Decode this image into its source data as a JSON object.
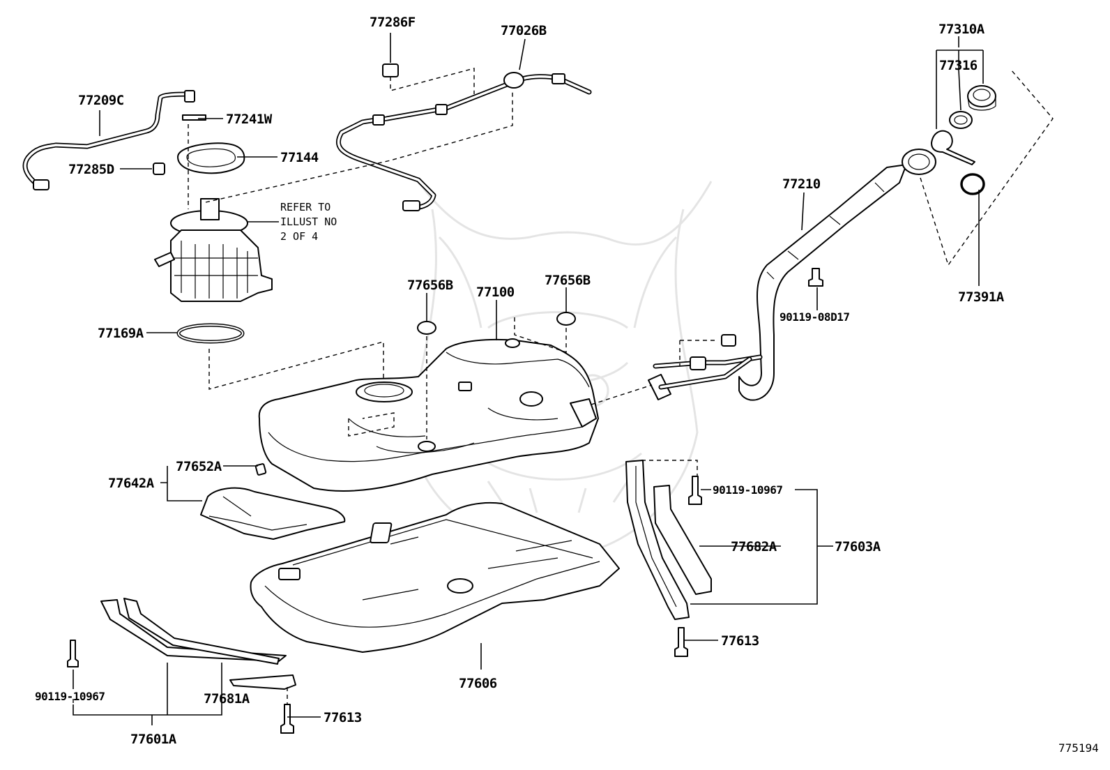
{
  "diagram_id": "775194",
  "note": [
    "REFER TO",
    "ILLUST NO",
    "2 OF 4"
  ],
  "labels": {
    "p77286F": "77286F",
    "p77026B": "77026B",
    "p77310A": "77310A",
    "p77316": "77316",
    "p77209C": "77209C",
    "p77241W": "77241W",
    "p77144": "77144",
    "p77285D": "77285D",
    "p77210": "77210",
    "p77391A": "77391A",
    "p90119_08D17": "90119-08D17",
    "p77656B_left": "77656B",
    "p77100": "77100",
    "p77656B_right": "77656B",
    "p77169A": "77169A",
    "p77652A": "77652A",
    "p77642A": "77642A",
    "p90119_10967_right": "90119-10967",
    "p77682A": "77682A",
    "p77603A": "77603A",
    "p77613_right": "77613",
    "p77606": "77606",
    "p90119_10967_left": "90119-10967",
    "p77681A": "77681A",
    "p77613_left": "77613",
    "p77601A": "77601A"
  }
}
